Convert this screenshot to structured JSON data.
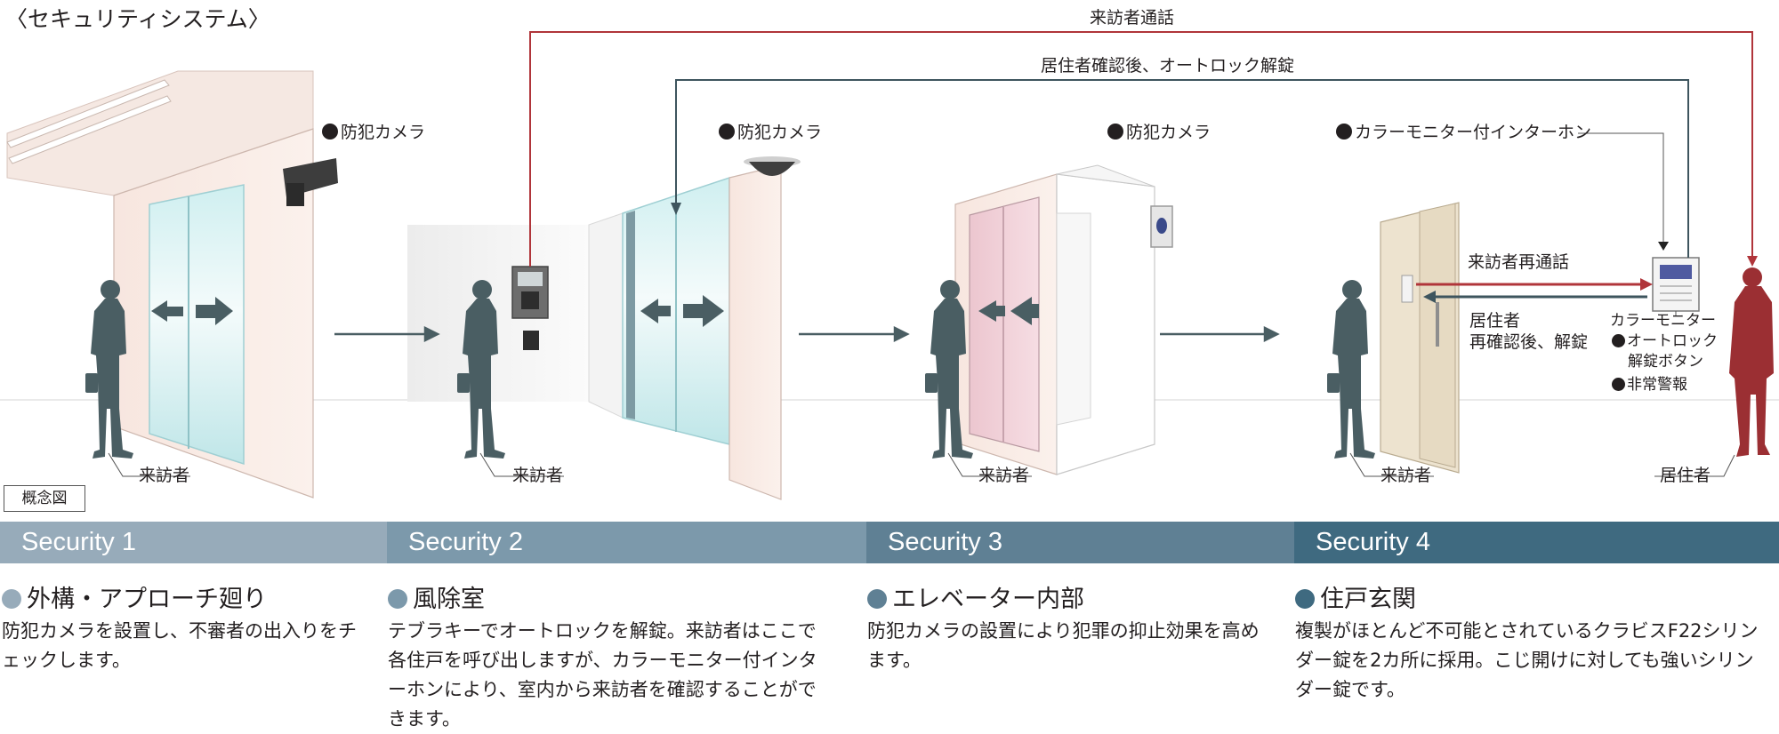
{
  "title": "〈セキュリティシステム〉",
  "camera_labels": [
    "防犯カメラ",
    "防犯カメラ",
    "防犯カメラ"
  ],
  "intercom_label": "カラーモニター付インターホン",
  "connections": {
    "visitor_call": "来訪者通話",
    "resident_unlock": "居住者確認後、オートロック解錠",
    "visitor_recall": "来訪者再通話",
    "resident_reconfirm_line1": "居住者",
    "resident_reconfirm_line2": "再確認後、解錠"
  },
  "monitor": {
    "name": "カラーモニター",
    "item1_line1": "オートロック",
    "item1_line2": "解錠ボタン",
    "item2": "非常警報"
  },
  "people": {
    "visitor": "来訪者",
    "resident": "居住者"
  },
  "concept_label": "概念図",
  "sections": [
    {
      "band": "Security 1",
      "band_color": "#97abba",
      "bullet_color": "#97abba",
      "heading": "外構・アプローチ廻り",
      "body": "防犯カメラを設置し、不審者の出入りをチェックします。"
    },
    {
      "band": "Security 2",
      "band_color": "#7c99ab",
      "bullet_color": "#7c99ab",
      "heading": "風除室",
      "body": "テブラキーでオートロックを解錠。来訪者はここで各住戸を呼び出しますが、カラーモニター付インターホンにより、室内から来訪者を確認することができます。"
    },
    {
      "band": "Security 3",
      "band_color": "#5f8094",
      "bullet_color": "#5f8094",
      "heading": "エレベーター内部",
      "body": "防犯カメラの設置により犯罪の抑止効果を高めます。"
    },
    {
      "band": "Security 4",
      "band_color": "#3f6a80",
      "bullet_color": "#3f6a80",
      "heading": "住戸玄関",
      "body": "複製がほとんど不可能とされているクラビスF22シリンダー錠を2カ所に採用。こじ開けに対しても強いシリンダー錠です。"
    }
  ],
  "colors": {
    "visitor_figure": "#4a5e63",
    "resident_figure": "#9b2f33",
    "call_line": "#b0353a",
    "unlock_line": "#3e555e"
  }
}
